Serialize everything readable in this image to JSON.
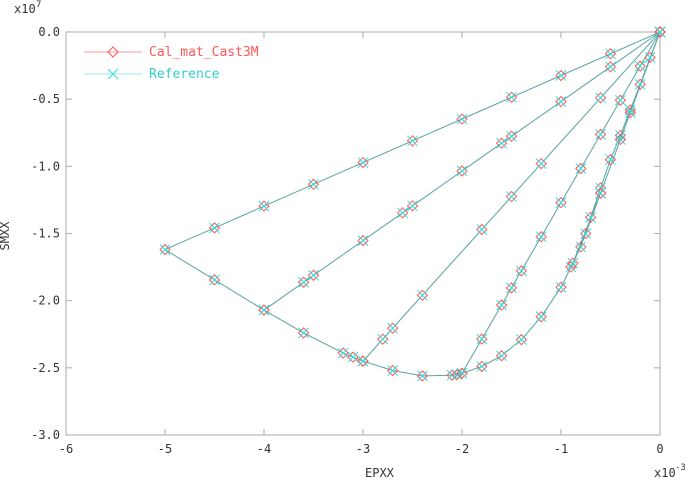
{
  "chart_data": {
    "type": "line",
    "xlabel": "EPXX",
    "ylabel": "SMXX",
    "x_multiplier": "x10",
    "x_exponent": "-3",
    "y_multiplier": "x10",
    "y_exponent": "7",
    "xlim": [
      -6,
      0
    ],
    "ylim": [
      -3.0,
      0.0
    ],
    "xticks": [
      -6,
      -5,
      -4,
      -3,
      -2,
      -1,
      0
    ],
    "xtick_labels": [
      "-6",
      "-5",
      "-4",
      "-3",
      "-2",
      "-1",
      "0"
    ],
    "yticks": [
      0.0,
      -0.5,
      -1.0,
      -1.5,
      -2.0,
      -2.5,
      -3.0
    ],
    "ytick_labels": [
      "0.0",
      "-0.5",
      "-1.0",
      "-1.5",
      "-2.0",
      "-2.5",
      "-3.0"
    ],
    "grid": false,
    "legend_position": "top-left",
    "colors": {
      "calc": "#ff5555",
      "reference": "#33dddd",
      "line": "#559999",
      "axis": "#aaaaaa"
    },
    "series": [
      {
        "name": "Cal_mat_Cast3M",
        "marker": "diamond",
        "points": [
          [
            0,
            0
          ],
          [
            -0.5,
            -0.162
          ],
          [
            -1,
            -0.324
          ],
          [
            -1.5,
            -0.486
          ],
          [
            -2,
            -0.648
          ],
          [
            -2.5,
            -0.81
          ],
          [
            -3,
            -0.972
          ],
          [
            -3.5,
            -1.134
          ],
          [
            -4,
            -1.296
          ],
          [
            -4.5,
            -1.458
          ],
          [
            -5,
            -1.62
          ],
          [
            -4.5,
            -1.845
          ],
          [
            -4,
            -2.07
          ],
          [
            -3.6,
            -1.863
          ],
          [
            -3.5,
            -1.811
          ],
          [
            -3,
            -1.553
          ],
          [
            -2.6,
            -1.346
          ],
          [
            -2.5,
            -1.294
          ],
          [
            -2,
            -1.035
          ],
          [
            -1.6,
            -0.828
          ],
          [
            -1.5,
            -0.776
          ],
          [
            -1,
            -0.518
          ],
          [
            -0.5,
            -0.259
          ],
          [
            0,
            0
          ],
          [
            -4,
            -2.07
          ],
          [
            -3.6,
            -2.24
          ],
          [
            -3.2,
            -2.39
          ],
          [
            -3.1,
            -2.42
          ],
          [
            -3,
            -2.45
          ],
          [
            -2.8,
            -2.287
          ],
          [
            -2.7,
            -2.205
          ],
          [
            -2.4,
            -1.96
          ],
          [
            -1.8,
            -1.47
          ],
          [
            -1.5,
            -1.225
          ],
          [
            -1.2,
            -0.98
          ],
          [
            -0.6,
            -0.49
          ],
          [
            0,
            0
          ],
          [
            -3,
            -2.45
          ],
          [
            -2.7,
            -2.52
          ],
          [
            -2.4,
            -2.56
          ],
          [
            -2.1,
            -2.555
          ],
          [
            -2.05,
            -2.55
          ],
          [
            -2,
            -2.54
          ],
          [
            -1.8,
            -2.286
          ],
          [
            -1.6,
            -2.032
          ],
          [
            -1.5,
            -1.905
          ],
          [
            -1.4,
            -1.778
          ],
          [
            -1.2,
            -1.524
          ],
          [
            -1,
            -1.27
          ],
          [
            -0.8,
            -1.016
          ],
          [
            -0.6,
            -0.762
          ],
          [
            -0.4,
            -0.508
          ],
          [
            -0.2,
            -0.254
          ],
          [
            0,
            0
          ],
          [
            -2,
            -2.54
          ],
          [
            -1.8,
            -2.49
          ],
          [
            -1.6,
            -2.41
          ],
          [
            -1.4,
            -2.29
          ],
          [
            -1.2,
            -2.12
          ],
          [
            -1.0,
            -1.9
          ],
          [
            -0.9,
            -1.75
          ],
          [
            -0.8,
            -1.6
          ],
          [
            -0.7,
            -1.38
          ],
          [
            -0.6,
            -1.16
          ],
          [
            -0.5,
            -0.95
          ],
          [
            -0.4,
            -0.77
          ],
          [
            -0.3,
            -0.58
          ],
          [
            -0.2,
            -0.39
          ],
          [
            -0.1,
            -0.19
          ],
          [
            0,
            0
          ],
          [
            -0.3,
            -0.6
          ],
          [
            -0.6,
            -1.2
          ],
          [
            -0.75,
            -1.5
          ],
          [
            -0.88,
            -1.72
          ],
          [
            -0.6,
            -1.2
          ],
          [
            -0.4,
            -0.8
          ],
          [
            0,
            0
          ]
        ]
      },
      {
        "name": "Reference",
        "marker": "x",
        "same_points_as": "Cal_mat_Cast3M"
      }
    ]
  }
}
